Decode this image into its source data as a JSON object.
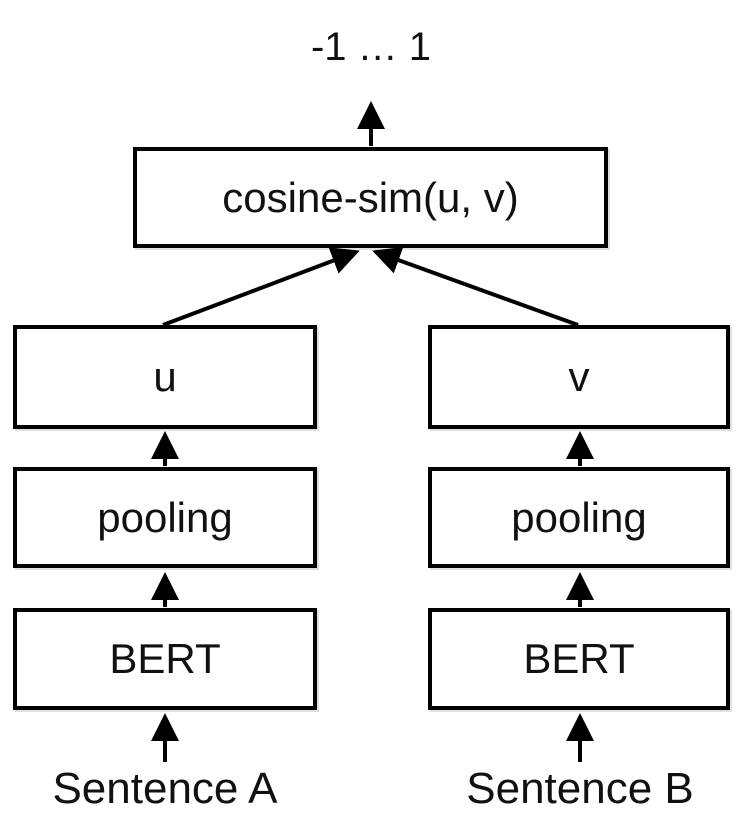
{
  "diagram": {
    "output_label": "-1 … 1",
    "similarity_box_label": "cosine-sim(u, v)",
    "left_branch": {
      "embedding_label": "u",
      "pooling_label": "pooling",
      "encoder_label": "BERT",
      "input_label": "Sentence A"
    },
    "right_branch": {
      "embedding_label": "v",
      "pooling_label": "pooling",
      "encoder_label": "BERT",
      "input_label": "Sentence B"
    },
    "colors": {
      "line": "#000000",
      "box_border": "#000000",
      "box_fill": "#ffffff",
      "background": "#ffffff",
      "text": "#111111"
    }
  }
}
